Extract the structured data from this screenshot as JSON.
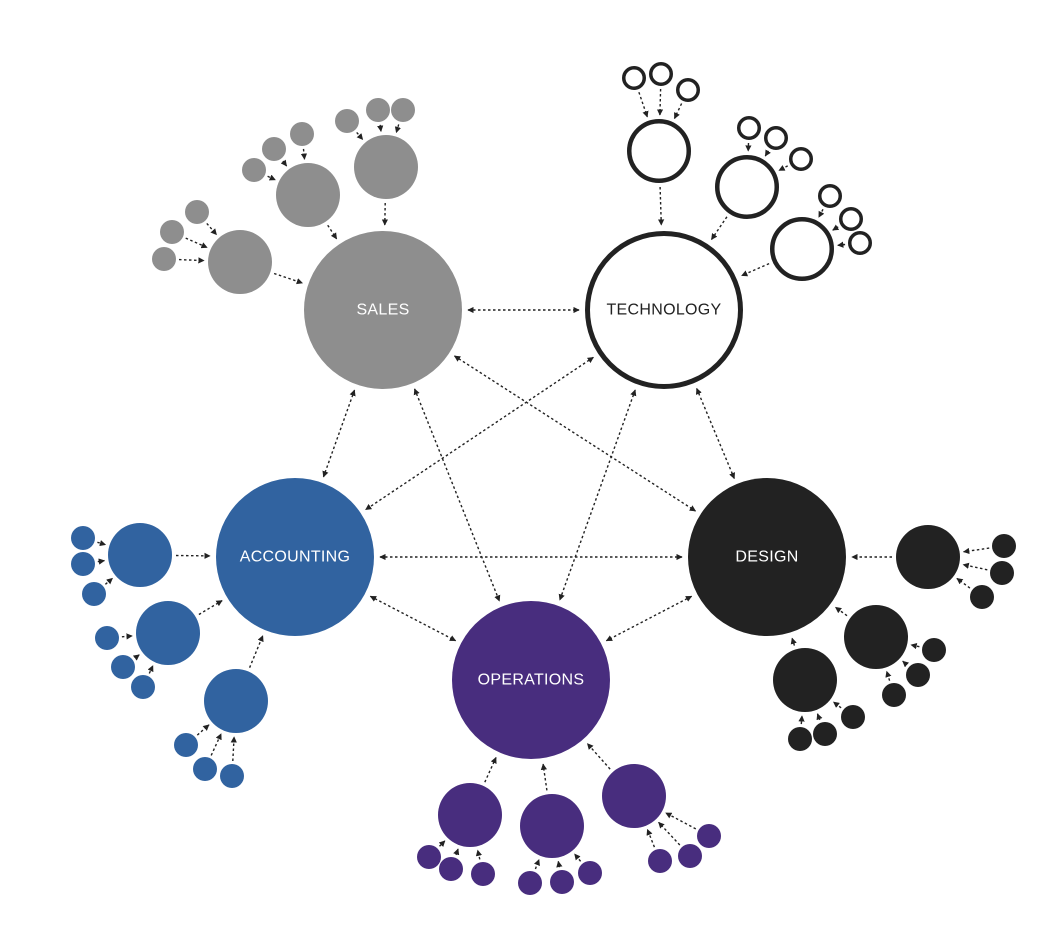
{
  "diagram": {
    "type": "network",
    "colors": {
      "sales": "#8e8e8e",
      "technology_stroke": "#222222",
      "technology_fill": "#ffffff",
      "accounting": "#3163a0",
      "design": "#222222",
      "operations": "#482d7e",
      "edge": "#222222",
      "label_light": "#ffffff",
      "label_dark": "#222222"
    },
    "hubs": [
      {
        "id": "sales",
        "label": "SALES"
      },
      {
        "id": "technology",
        "label": "TECHNOLOGY"
      },
      {
        "id": "accounting",
        "label": "ACCOUNTING"
      },
      {
        "id": "design",
        "label": "DESIGN"
      },
      {
        "id": "operations",
        "label": "OPERATIONS"
      }
    ],
    "hub_links": [
      [
        "sales",
        "technology"
      ],
      [
        "sales",
        "accounting"
      ],
      [
        "sales",
        "operations"
      ],
      [
        "sales",
        "design"
      ],
      [
        "technology",
        "accounting"
      ],
      [
        "technology",
        "operations"
      ],
      [
        "technology",
        "design"
      ],
      [
        "accounting",
        "design"
      ],
      [
        "accounting",
        "operations"
      ],
      [
        "design",
        "operations"
      ]
    ],
    "satellites_per_hub": 3,
    "leaves_per_satellite": 3
  }
}
